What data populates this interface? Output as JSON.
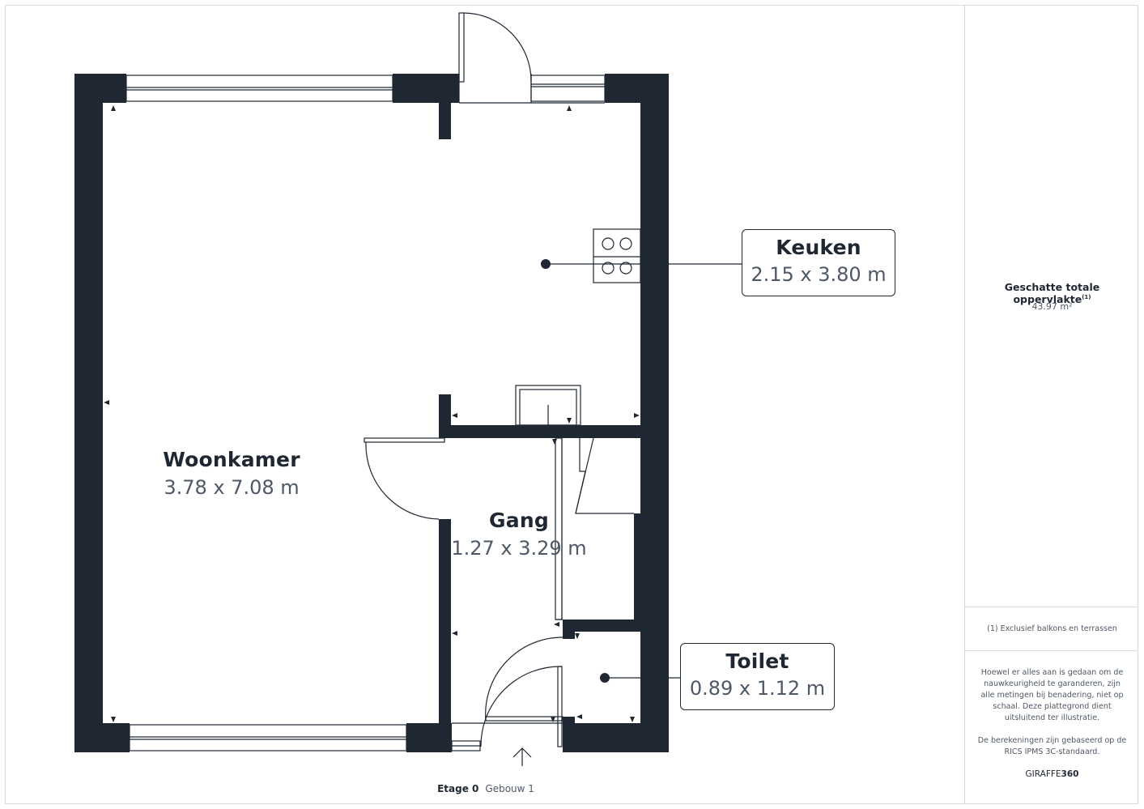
{
  "rooms": {
    "woonkamer": {
      "name": "Woonkamer",
      "dimensions": "3.78 x 7.08 m"
    },
    "keuken": {
      "name": "Keuken",
      "dimensions": "2.15 x 3.80 m"
    },
    "gang": {
      "name": "Gang",
      "dimensions": "1.27 x 3.29 m"
    },
    "toilet": {
      "name": "Toilet",
      "dimensions": "0.89 x 1.12 m"
    }
  },
  "floor": {
    "level": "Etage 0",
    "building": "Gebouw 1"
  },
  "sidebar": {
    "total_title": "Geschatte totale oppervlakte",
    "total_footnote_marker": "(1)",
    "total_value": "43.97 m²",
    "footnote": "(1) Exclusief balkons en terrassen",
    "disclaimer_1": "Hoewel er alles aan is gedaan om de nauwkeurigheid te garanderen, zijn alle metingen bij benadering, niet op schaal. Deze plattegrond dient uitsluitend ter illustratie.",
    "disclaimer_2": "De berekeningen zijn gebaseerd op de RICS IPMS 3C-standaard.",
    "brand_light": "GIRAFFE",
    "brand_bold": "360"
  },
  "colors": {
    "wall": "#1f2733",
    "line": "#1f2733",
    "muted_text": "#4f5866"
  }
}
